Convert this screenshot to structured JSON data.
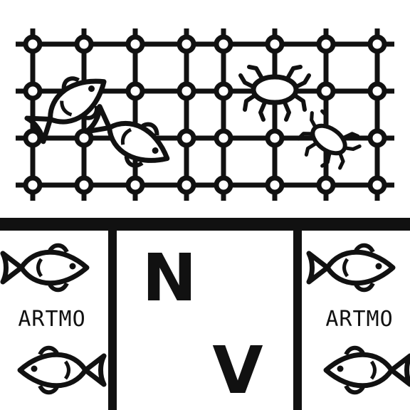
{
  "colors": {
    "ink": "#111111",
    "paper": "#ffffff"
  },
  "left_panel": {
    "label": "ARTMO"
  },
  "center_panel": {
    "letter_top": "N",
    "letter_bottom": "V"
  },
  "right_panel": {
    "label": "ARTMO"
  },
  "icons": [
    "net-grid-icon",
    "fish-icon",
    "bug-icon"
  ]
}
